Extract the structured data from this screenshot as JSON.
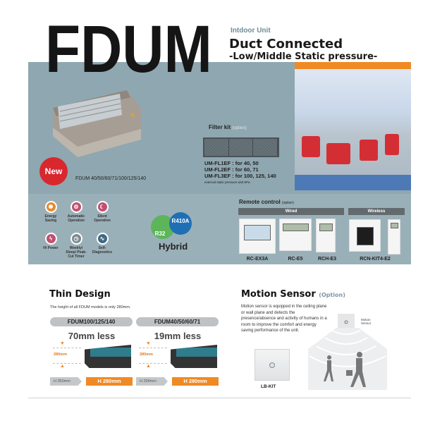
{
  "header": {
    "brand": "FDUM",
    "category": "Intdoor Unit",
    "title": "Duct Connected",
    "subtitle": "-Low/Middle Static pressure-"
  },
  "product": {
    "badge": "New",
    "models": "FDUM 40/50/60/71/100/125/140"
  },
  "filter_kit": {
    "title": "Filter kit",
    "option": "(option)",
    "items": [
      "UM-FL1EF : for 40, 50",
      "UM-FL2EF : for 60, 71",
      "UM-FL3EF : for 100, 125, 140"
    ],
    "note": "external static pressure ≤60.5Pa"
  },
  "features": [
    {
      "label": "Energy Saving",
      "icon": "lightbulb-icon",
      "color": "#e88a2c"
    },
    {
      "label": "Automatic Operation",
      "icon": "auto-icon",
      "color": "#c0506e"
    },
    {
      "label": "Silent Operation",
      "icon": "moon-icon",
      "color": "#c0506e"
    },
    {
      "label": "Hi Power",
      "icon": "lightning-icon",
      "color": "#c0506e"
    },
    {
      "label": "Weekly/ Sleep/ Peak-Cut Timer",
      "icon": "timer-icon",
      "color": "#7d8a90"
    },
    {
      "label": "Self-Diagnostics",
      "icon": "pulse-icon",
      "color": "#3d6a86"
    }
  ],
  "refrigerant": {
    "r32": "R32",
    "r410a": "R410A",
    "label": "Hybrid"
  },
  "remote": {
    "title": "Remote control",
    "option": "(option)",
    "wired_label": "Wired",
    "wireless_label": "Wireless",
    "models": [
      "RC-EX3A",
      "RC-E5",
      "RCH-E3",
      "RCN-KIT4-E2"
    ]
  },
  "thin_design": {
    "title": "Thin Design",
    "description": "The height of all FDUM models is only 280mm.",
    "groups": [
      {
        "models": "FDUM100/125/140",
        "reduction": "70mm less",
        "dimension": "280mm",
        "old_height": "H 350mm",
        "new_height": "H 280mm"
      },
      {
        "models": "FDUM40/50/60/71",
        "reduction": "19mm less",
        "dimension": "280mm",
        "old_height": "H 299mm",
        "new_height": "H 280mm"
      }
    ]
  },
  "motion_sensor": {
    "title": "Motion Sensor",
    "option": "(Option)",
    "description": "Motion sensor is equipped in the ceiling plane or wall plane and detects the presence/absence and activity of humans in a room to improve the comfort and energy saving performance of the unit.",
    "kit_label": "LB-KIT",
    "sensor_label": "Motion Sensor"
  },
  "colors": {
    "accent": "#f08a24",
    "panel": "#8fa7b0",
    "new_badge": "#d9272e"
  }
}
